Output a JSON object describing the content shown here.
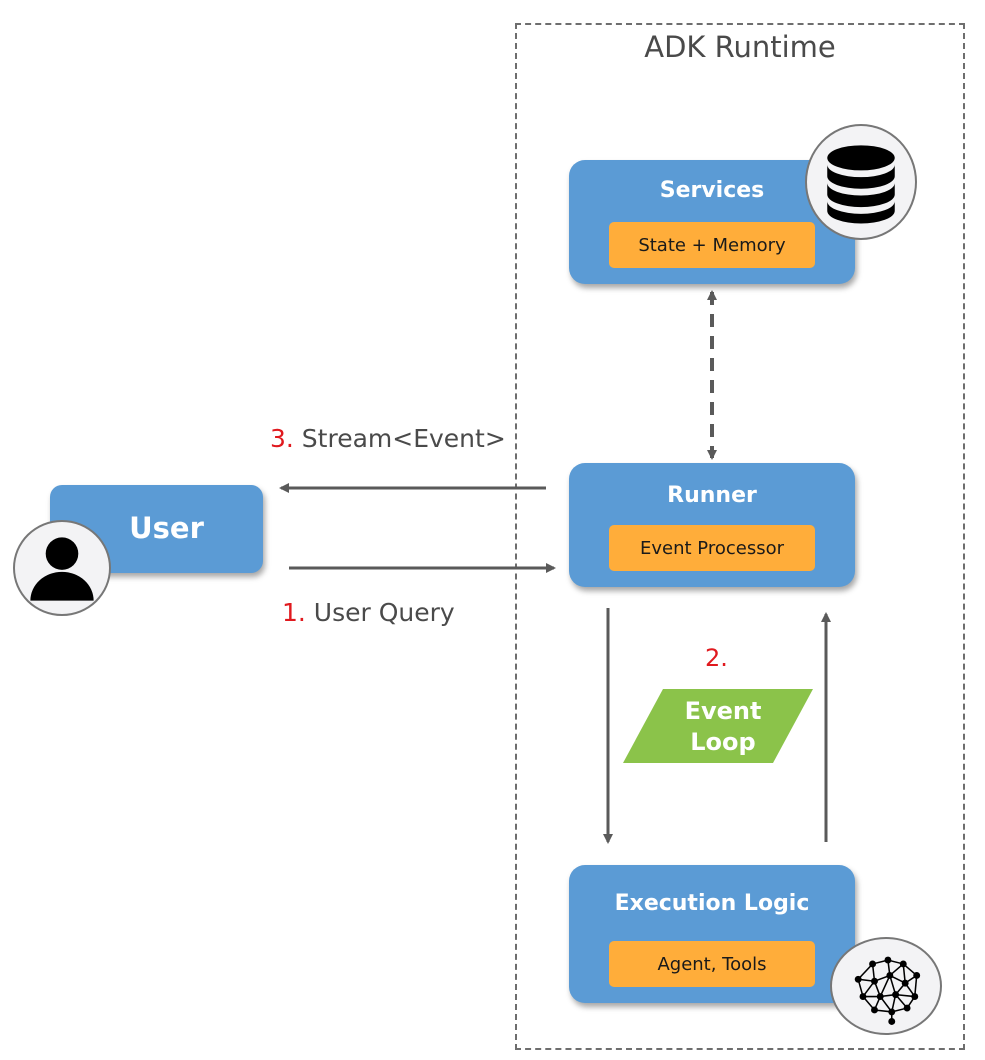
{
  "runtime": {
    "title": "ADK Runtime"
  },
  "services": {
    "title": "Services",
    "component": "State + Memory",
    "icon": "database-icon"
  },
  "runner": {
    "title": "Runner",
    "component": "Event Processor"
  },
  "execution": {
    "title": "Execution Logic",
    "component": "Agent, Tools",
    "icon": "neural-network-icon"
  },
  "user": {
    "title": "User",
    "icon": "user-icon"
  },
  "flows": {
    "step1": {
      "number": "1.",
      "text": " User Query"
    },
    "step2": {
      "number": "2."
    },
    "step3": {
      "number": "3.",
      "text": " Stream<Event>"
    }
  },
  "event_loop": {
    "line1": "Event",
    "line2": "Loop"
  },
  "colors": {
    "box_blue": "#5b9bd5",
    "component_orange": "#ffad3a",
    "event_loop_green": "#8bc34a",
    "step_number_red": "#e0191e",
    "arrow_gray": "#5a5a5a"
  }
}
